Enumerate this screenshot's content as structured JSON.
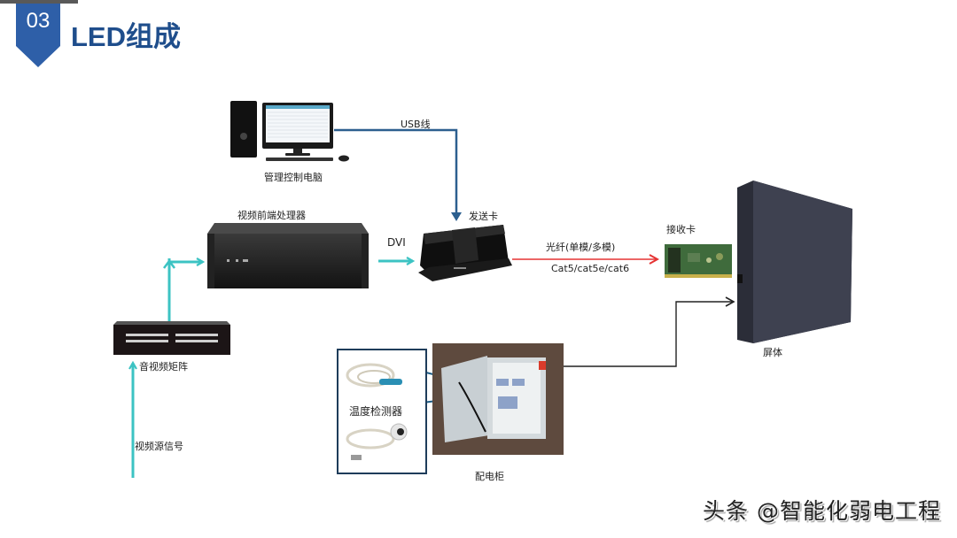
{
  "header": {
    "section_number": "03",
    "title": "LED组成",
    "accent_color": "#2e5fa8",
    "title_color": "#1f4e8c"
  },
  "nodes": {
    "pc": {
      "label": "管理控制电脑",
      "icon": "desktop-computer-icon"
    },
    "processor": {
      "label": "视频前端处理器",
      "icon": "rack-processor-icon"
    },
    "sender": {
      "label": "发送卡",
      "icon": "sender-box-icon"
    },
    "receiver": {
      "label": "接收卡",
      "icon": "receiver-card-icon"
    },
    "screen": {
      "label": "屏体",
      "icon": "led-cabinet-icon"
    },
    "matrix": {
      "label": "音视频矩阵",
      "icon": "av-matrix-icon"
    },
    "source": {
      "label": "视频源信号"
    },
    "sensor": {
      "label": "温度检测器",
      "icon": "temperature-sensor-icon"
    },
    "cabinet": {
      "label": "配电柜",
      "icon": "power-cabinet-icon"
    }
  },
  "links": {
    "usb": {
      "label": "USB线",
      "color": "#2c5f8f"
    },
    "dvi": {
      "label": "DVI",
      "color": "#3cc3c3"
    },
    "fiber": {
      "label": "光纤(单模/多模)",
      "color": "#e53333"
    },
    "cat": {
      "label": "Cat5/cat5e/cat6"
    },
    "power": {
      "color": "#222222"
    }
  },
  "watermark": "头条 @智能化弱电工程"
}
